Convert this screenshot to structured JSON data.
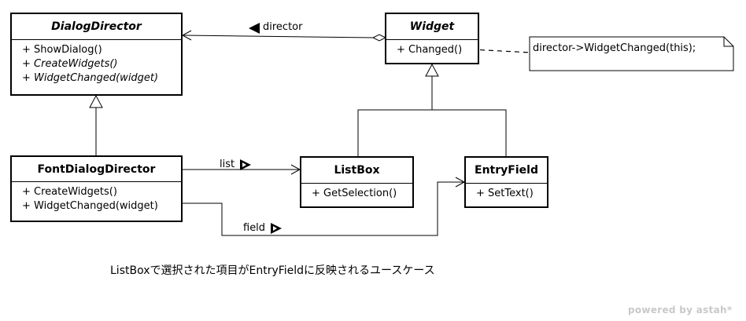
{
  "diagram": {
    "classes": {
      "dialog_director": {
        "name": "DialogDirector",
        "abstract": true,
        "operations": [
          {
            "text": "+ ShowDialog()",
            "italic": false
          },
          {
            "text": "+ CreateWidgets()",
            "italic": true
          },
          {
            "text": "+ WidgetChanged(widget)",
            "italic": true
          }
        ]
      },
      "widget": {
        "name": "Widget",
        "abstract": true,
        "operations": [
          {
            "text": "+ Changed()",
            "italic": false
          }
        ]
      },
      "font_dialog_director": {
        "name": "FontDialogDirector",
        "abstract": false,
        "operations": [
          {
            "text": "+ CreateWidgets()",
            "italic": false
          },
          {
            "text": "+ WidgetChanged(widget)",
            "italic": false
          }
        ]
      },
      "list_box": {
        "name": "ListBox",
        "abstract": false,
        "operations": [
          {
            "text": "+ GetSelection()",
            "italic": false
          }
        ]
      },
      "entry_field": {
        "name": "EntryField",
        "abstract": false,
        "operations": [
          {
            "text": "+ SetText()",
            "italic": false
          }
        ]
      }
    },
    "associations": {
      "director": "director",
      "list": "list",
      "field": "field"
    },
    "note": "director->WidgetChanged(this);",
    "caption": "ListBoxで選択された項目がEntryFieldに反映されるユースケース",
    "brand": "powered by astah*"
  }
}
